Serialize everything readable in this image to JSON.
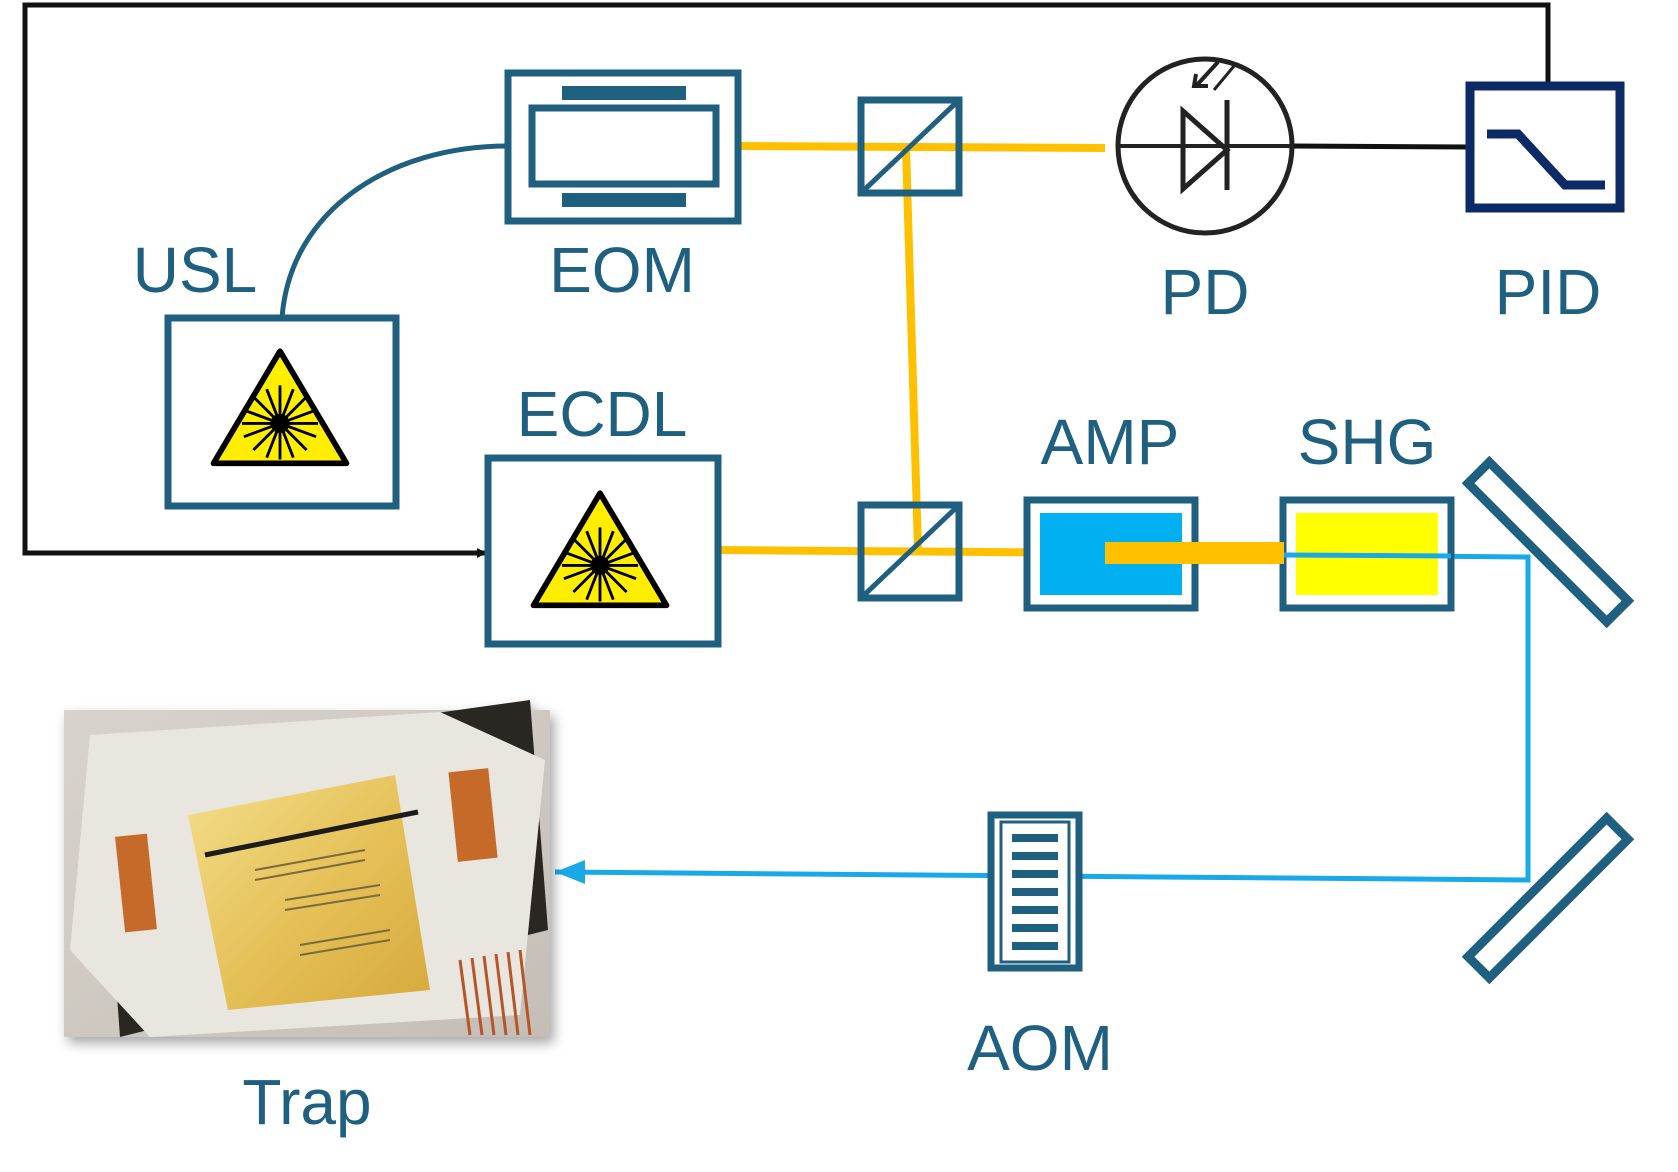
{
  "labels": {
    "usl": "USL",
    "eom": "EOM",
    "pd": "PD",
    "pid": "PID",
    "ecdl": "ECDL",
    "amp": "AMP",
    "shg": "SHG",
    "aom": "AOM",
    "trap": "Trap"
  },
  "colors": {
    "component_stroke": "#1f5f7f",
    "pid_stroke": "#0b2a66",
    "feedback_wire": "#111111",
    "beam_orange": "#ffc000",
    "beam_blue": "#1aa9e8",
    "amp_fill": "#00b0f0",
    "shg_fill": "#ffff00",
    "laser_warning_fill": "#ffee00"
  },
  "icons": {
    "laser_warning": "laser-warning-icon",
    "photodiode": "photodiode-icon",
    "pid_filter": "lowpass-filter-icon",
    "beam_splitter": "beam-splitter-icon",
    "mirror": "mirror-icon",
    "aom": "acousto-optic-modulator-icon",
    "trap_photo": "ion-trap-chip-photo"
  }
}
